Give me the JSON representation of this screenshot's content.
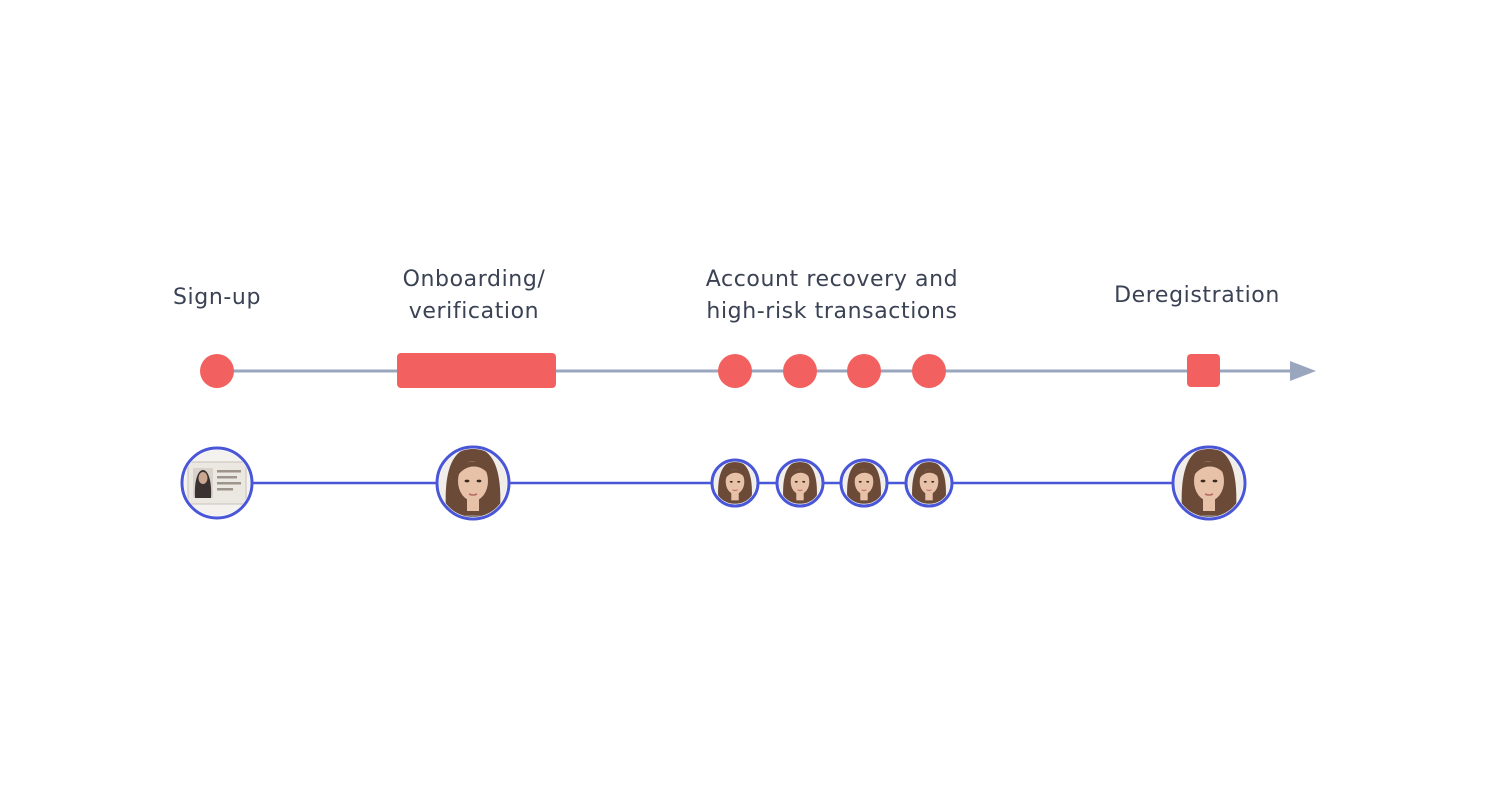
{
  "stages": [
    {
      "key": "signup",
      "label": "Sign-up"
    },
    {
      "key": "onboarding",
      "label": "Onboarding/\nverification"
    },
    {
      "key": "recovery",
      "label": "Account recovery and\nhigh-risk transactions"
    },
    {
      "key": "deregistration",
      "label": "Deregistration"
    }
  ],
  "colors": {
    "event_marker": "#f2615f",
    "timeline_axis": "#9aa6bd",
    "face_track": "#4a56d8",
    "label_text": "#3a4254",
    "skin": "#e8c2a8",
    "hair": "#6b4a37"
  },
  "icons": {
    "signup": "id-card-photo-icon",
    "verification": "face-portrait-icon"
  }
}
